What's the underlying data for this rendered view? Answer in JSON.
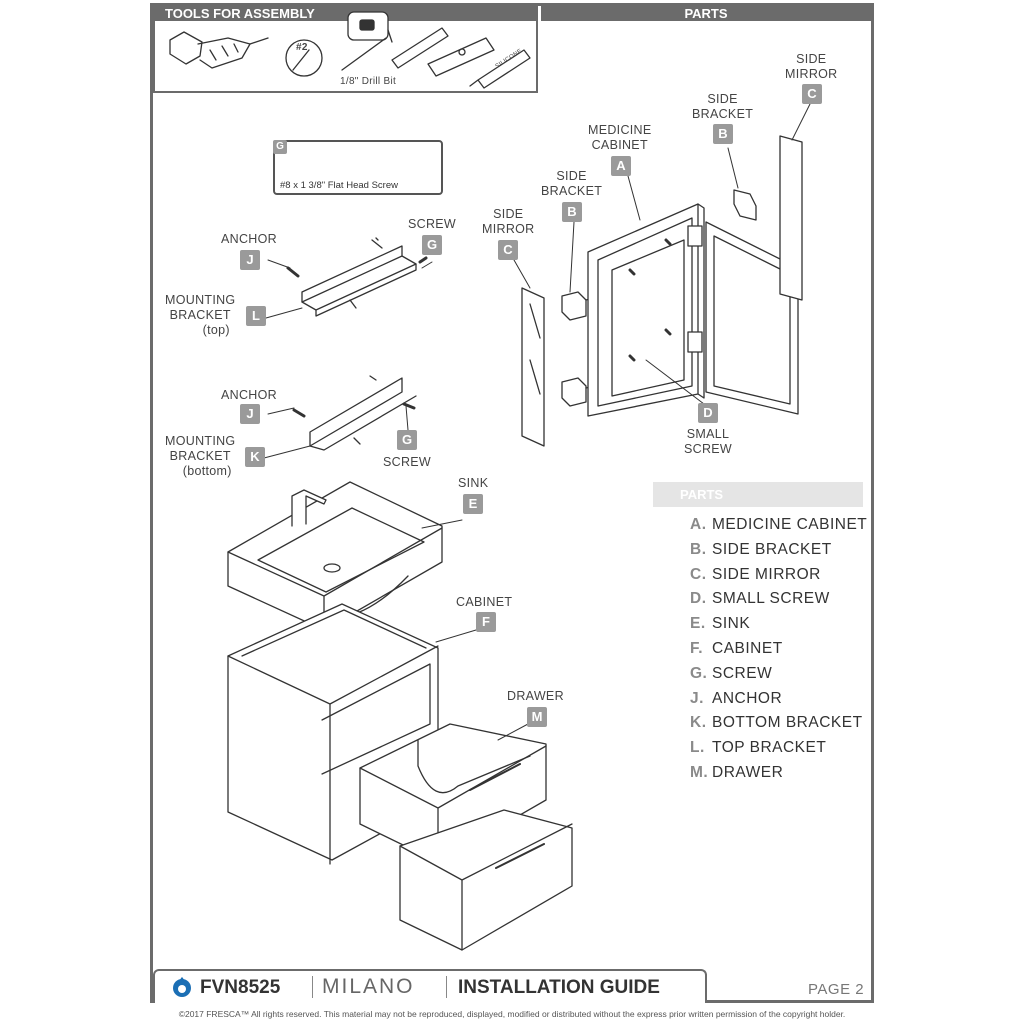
{
  "headers": {
    "tools": "TOOLS FOR ASSEMBLY",
    "parts": "PARTS"
  },
  "tools": {
    "bit_label": "#2",
    "drill_bit": "1/8\" Drill Bit",
    "silicone": "SILICONE"
  },
  "screw_detail": {
    "letter": "G",
    "caption": "#8 x 1 3/8\" Flat Head Screw"
  },
  "callouts": {
    "anchor_top": "ANCHOR",
    "screw_top": "SCREW",
    "mount_top": [
      "MOUNTING",
      "BRACKET",
      "(top)"
    ],
    "anchor_bottom": "ANCHOR",
    "screw_bottom": "SCREW",
    "mount_bottom": [
      "MOUNTING",
      "BRACKET",
      "(bottom)"
    ],
    "side_mirror_left": [
      "SIDE",
      "MIRROR"
    ],
    "side_bracket_left": [
      "SIDE",
      "BRACKET"
    ],
    "medicine_cabinet": [
      "MEDICINE",
      "CABINET"
    ],
    "side_bracket_right": [
      "SIDE",
      "BRACKET"
    ],
    "side_mirror_right": [
      "SIDE",
      "MIRROR"
    ],
    "small_screw": [
      "SMALL",
      "SCREW"
    ],
    "sink": "SINK",
    "cabinet": "CABINET",
    "drawer": "DRAWER"
  },
  "tags": {
    "A": "A",
    "B": "B",
    "C": "C",
    "D": "D",
    "E": "E",
    "F": "F",
    "G": "G",
    "J": "J",
    "K": "K",
    "L": "L",
    "M": "M"
  },
  "legend": {
    "title": "PARTS",
    "items": [
      {
        "key": "A.",
        "label": "MEDICINE CABINET"
      },
      {
        "key": "B.",
        "label": "SIDE BRACKET"
      },
      {
        "key": "C.",
        "label": "SIDE MIRROR"
      },
      {
        "key": "D.",
        "label": "SMALL SCREW"
      },
      {
        "key": "E.",
        "label": "SINK"
      },
      {
        "key": "F.",
        "label": "CABINET"
      },
      {
        "key": "G.",
        "label": "SCREW"
      },
      {
        "key": "J.",
        "label": "ANCHOR"
      },
      {
        "key": "K.",
        "label": "BOTTOM BRACKET"
      },
      {
        "key": "L.",
        "label": "TOP BRACKET"
      },
      {
        "key": "M.",
        "label": "DRAWER"
      }
    ]
  },
  "footer": {
    "model": "FVN8525",
    "name": "MILANO",
    "guide": "INSTALLATION GUIDE",
    "page": "PAGE 2"
  },
  "copyright": "©2017 FRESCA™ All rights reserved. This material may not be reproduced, displayed, modified or distributed without the express prior written permission of the copyright holder.",
  "colors": {
    "frame": "#6b6b6b",
    "tag": "#9a9a9a",
    "legend_head": "#e5e5e5",
    "brand": "#1b6fb5"
  }
}
